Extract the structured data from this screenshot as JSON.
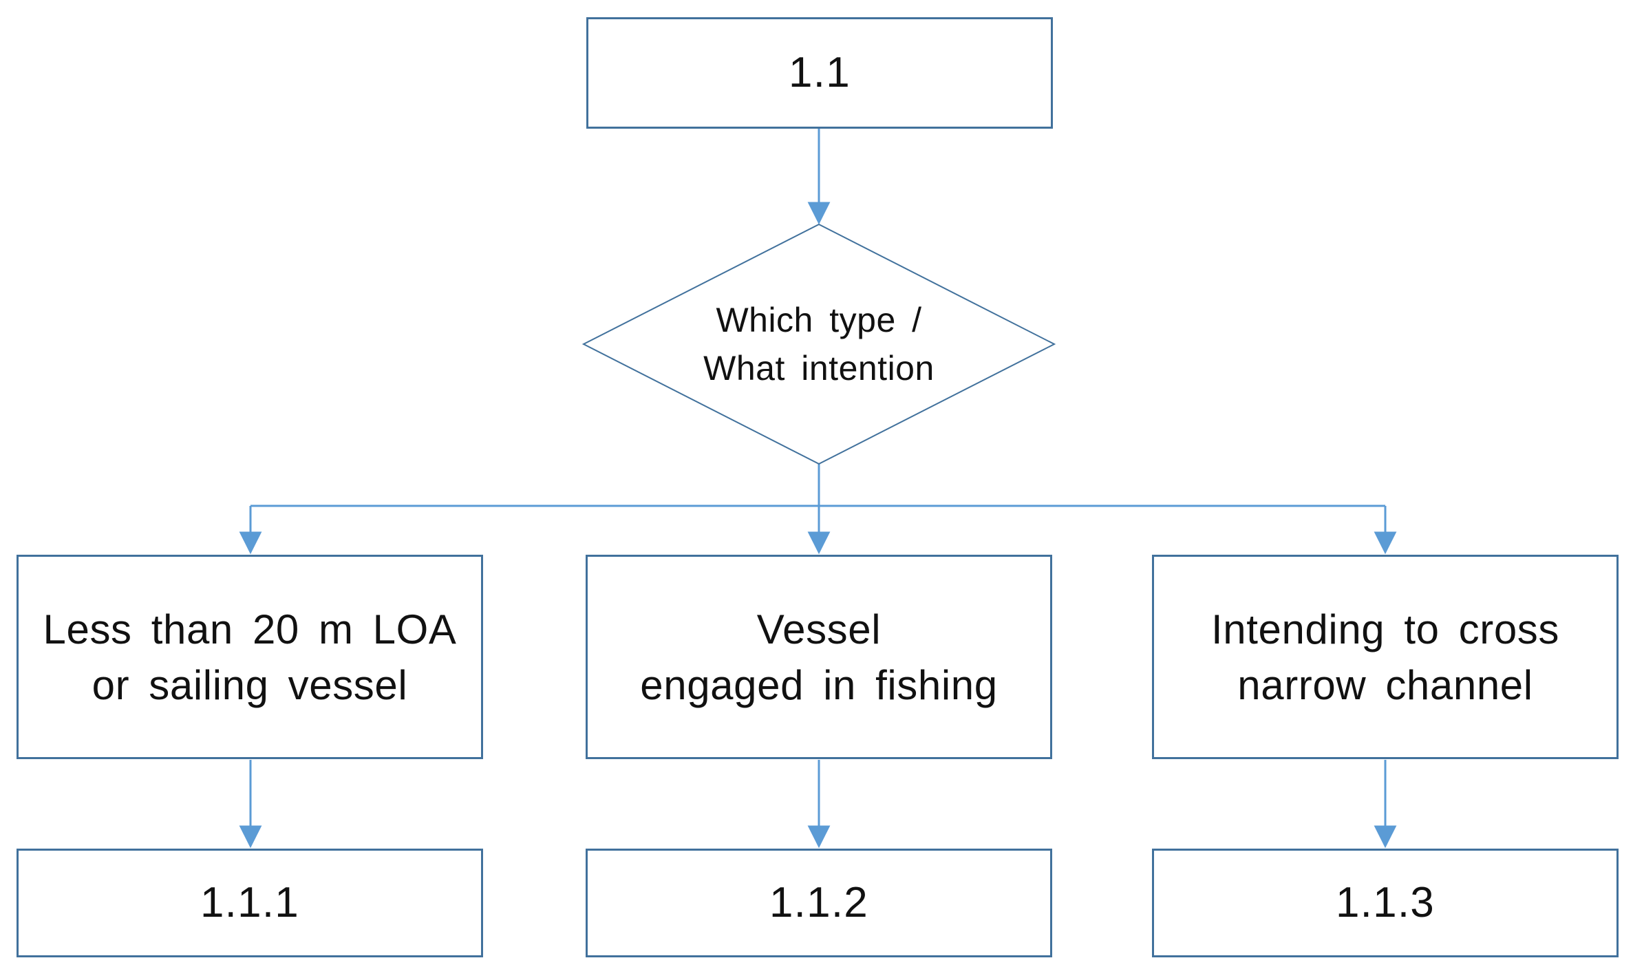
{
  "diagram": {
    "type": "flowchart",
    "root": {
      "label": "1.1"
    },
    "decision": {
      "label": "Which type /\nWhat intention"
    },
    "branches": [
      {
        "condition": "Less than 20 m LOA\nor sailing vessel",
        "result": "1.1.1"
      },
      {
        "condition": "Vessel\nengaged in fishing",
        "result": "1.1.2"
      },
      {
        "condition": "Intending to cross\nnarrow channel",
        "result": "1.1.3"
      }
    ],
    "colors": {
      "box_border": "#41719C",
      "connector": "#5B9BD5",
      "text": "#111111",
      "background": "#ffffff"
    }
  }
}
